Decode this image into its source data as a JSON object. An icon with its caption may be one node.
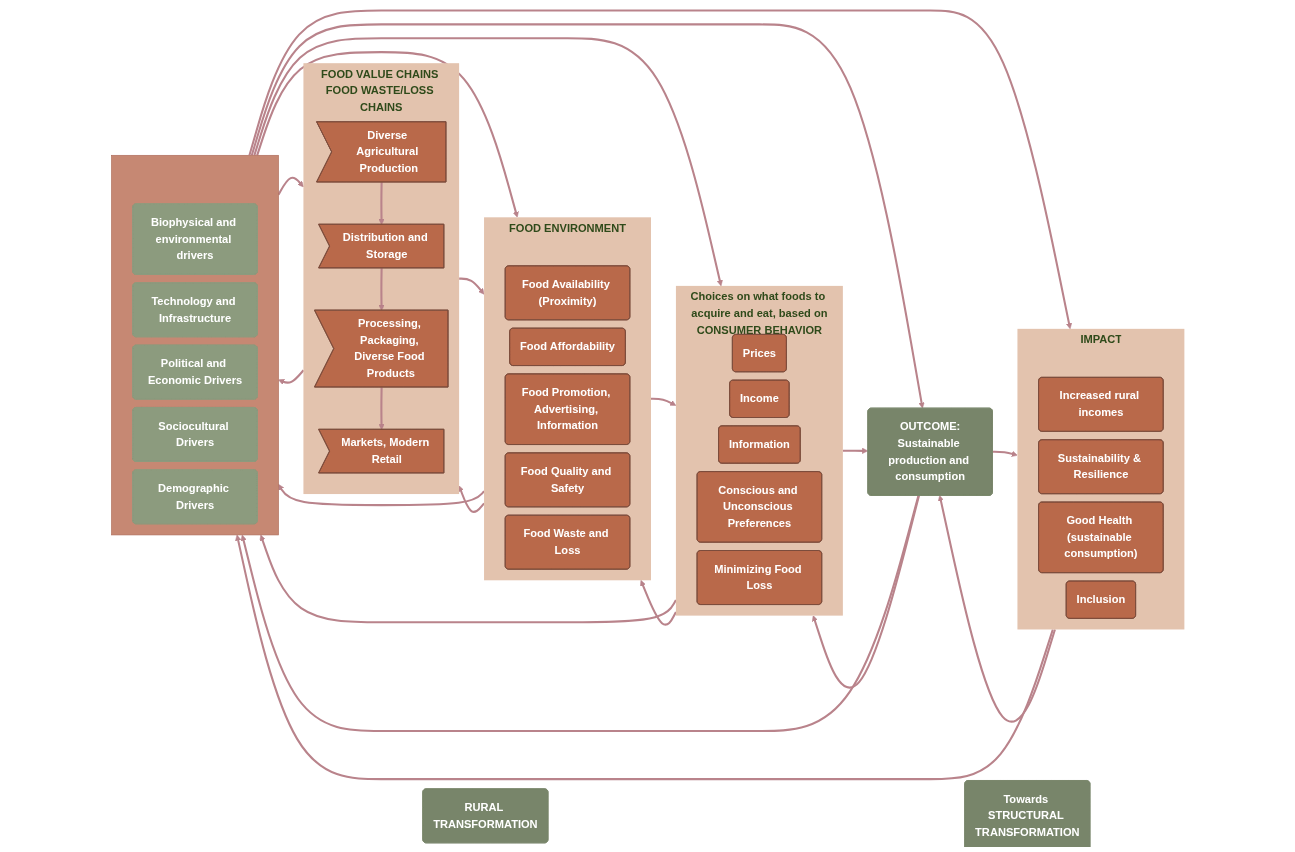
{
  "diagram": {
    "nodes": [
      {
        "text": [],
        "shape": "box"
      },
      {
        "text": [
          "Biophysical and environmental drivers"
        ],
        "in": 0
      },
      {
        "text": [
          "Technology and Infrastructure"
        ],
        "in": 0
      },
      {
        "text": [
          "Political and Economic Drivers"
        ],
        "in": 0
      },
      {
        "text": [
          "Sociocultural Drivers"
        ],
        "in": 0
      },
      {
        "text": [
          "Demographic Drivers"
        ],
        "in": 0
      },
      {
        "text": [
          "FOOD VALUE CHAINS FOOD WASTE/LOSS CHAINS"
        ]
      },
      {
        "text": [
          "Diverse Agricultural Production"
        ],
        "in": 6
      },
      {
        "text": [
          "Distribution and Storage"
        ],
        "in": 6
      },
      {
        "text": [
          "Processing, Packaging, Diverse Food Products"
        ],
        "in": 6
      },
      {
        "text": [
          "Markets, Modern Retail"
        ],
        "in": 6
      },
      {
        "text": [
          "FOOD ENVIRONMENT"
        ]
      },
      {
        "text": [
          "Food Availability (Proximity)"
        ],
        "in": 11
      },
      {
        "text": [
          "Food Affordability"
        ],
        "in": 11
      },
      {
        "text": [
          "Food Promotion, Advertising, Information"
        ],
        "in": 11
      },
      {
        "text": [
          "Food Quality and Safety"
        ],
        "in": 11
      },
      {
        "text": [
          "Food Waste and Loss"
        ],
        "in": 11
      },
      {
        "text": [
          "Choices on what foods to acquire and eat, based on",
          "CONSUMER BEHAVIOR"
        ]
      },
      {
        "text": [
          "Prices"
        ],
        "in": 17
      },
      {
        "text": [
          "Income"
        ],
        "in": 17
      },
      {
        "text": [
          "Information"
        ],
        "in": 17
      },
      {
        "text": [
          "Conscious and Unconscious Preferences"
        ],
        "in": 17
      },
      {
        "text": [
          "Minimizing Food Loss"
        ],
        "in": 17
      },
      {
        "text": [
          "OUTCOME:",
          "Sustainable production and consumption"
        ]
      },
      {
        "text": [
          "IMPACT"
        ]
      },
      {
        "text": [
          "Increased rural incomes"
        ],
        "in": 24
      },
      {
        "text": [
          "Sustainability & Resilience"
        ],
        "in": 24
      },
      {
        "text": [
          "Good Health (sustainable consumption)"
        ],
        "in": 24
      },
      {
        "text": [
          "Inclusion"
        ],
        "in": 24
      },
      {
        "text": [
          "RURAL TRANSFORMATION"
        ]
      },
      {
        "text": [
          "Towards STRUCTURAL TRANSFORMATION"
        ]
      }
    ],
    "edges": [
      {
        "from": 0,
        "to": 6,
        "arrow": "to"
      },
      {
        "from": 0,
        "to": 11,
        "arrow": "to"
      },
      {
        "from": 0,
        "to": 17,
        "arrow": "to"
      },
      {
        "from": 0,
        "to": 23,
        "arrow": "to"
      },
      {
        "from": 0,
        "to": 24,
        "arrow": "to"
      },
      {
        "from": 6,
        "to": 11,
        "arrow": "to"
      },
      {
        "from": 11,
        "to": 17,
        "arrow": "to"
      },
      {
        "from": 17,
        "to": 23,
        "arrow": "to"
      },
      {
        "from": 23,
        "to": 24,
        "arrow": "to"
      },
      {
        "from": 7,
        "to": 8,
        "arrow": "to"
      },
      {
        "from": 8,
        "to": 9,
        "arrow": "to"
      },
      {
        "from": 9,
        "to": 10,
        "arrow": "to"
      },
      {
        "from": 6,
        "to": 0,
        "arrow": "to"
      },
      {
        "from": 11,
        "to": 0,
        "arrow": "to"
      },
      {
        "from": 17,
        "to": 0,
        "arrow": "to"
      },
      {
        "from": 23,
        "to": 0,
        "arrow": "to"
      },
      {
        "from": 24,
        "to": 0,
        "arrow": "to"
      },
      {
        "from": 11,
        "to": 6,
        "arrow": "to"
      },
      {
        "from": 17,
        "to": 11,
        "arrow": "to"
      },
      {
        "from": 23,
        "to": 17,
        "arrow": "to"
      },
      {
        "from": 24,
        "to": 23,
        "arrow": "to"
      }
    ]
  }
}
